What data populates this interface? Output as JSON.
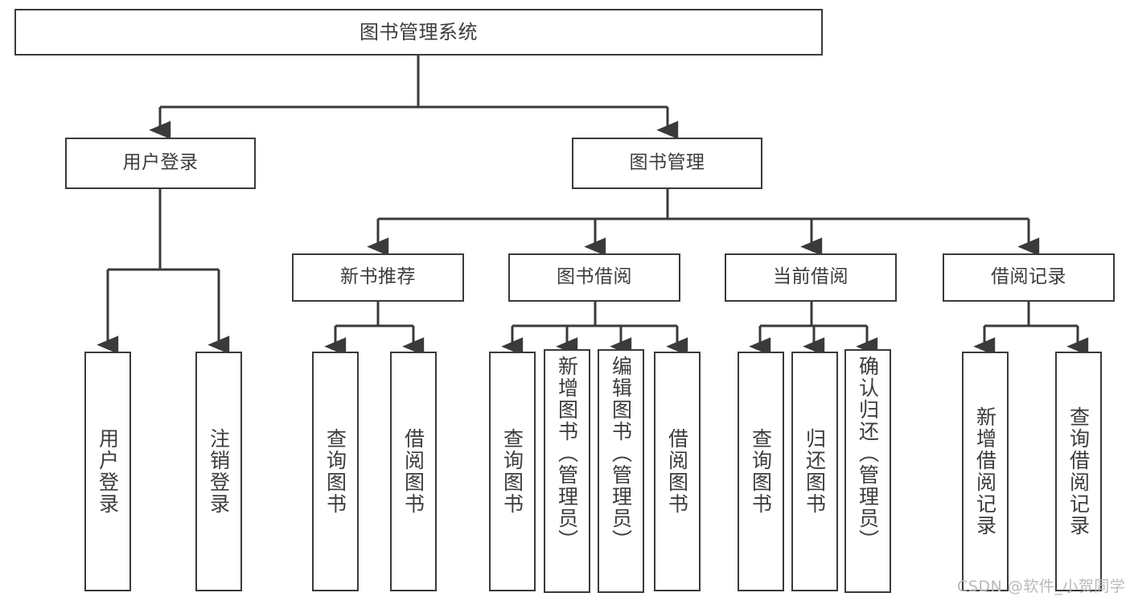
{
  "diagram": {
    "type": "tree-hierarchy-chart",
    "title": "图书管理系统",
    "stroke_color": "#3a3a3a",
    "text_color": "#3c3c3c",
    "background": "#ffffff",
    "root": {
      "label": "图书管理系统"
    },
    "level1": [
      {
        "label": "用户登录"
      },
      {
        "label": "图书管理"
      }
    ],
    "level2": [
      {
        "label": "新书推荐"
      },
      {
        "label": "图书借阅"
      },
      {
        "label": "当前借阅"
      },
      {
        "label": "借阅记录"
      }
    ],
    "leaves": {
      "user_login": [
        {
          "label": "用户登录"
        },
        {
          "label": "注销登录"
        }
      ],
      "new_book_recommend": [
        {
          "label": "查询图书"
        },
        {
          "label": "借阅图书"
        }
      ],
      "book_borrow": [
        {
          "label": "查询图书"
        },
        {
          "label": "新增图书（管理员）"
        },
        {
          "label": "编辑图书（管理员）"
        },
        {
          "label": "借阅图书"
        }
      ],
      "current_borrow": [
        {
          "label": "查询图书"
        },
        {
          "label": "归还图书"
        },
        {
          "label": "确认归还（管理员）"
        }
      ],
      "borrow_record": [
        {
          "label": "新增借阅记录"
        },
        {
          "label": "查询借阅记录"
        }
      ]
    }
  },
  "watermark": {
    "text": "CSDN @软件_小贺同学"
  }
}
